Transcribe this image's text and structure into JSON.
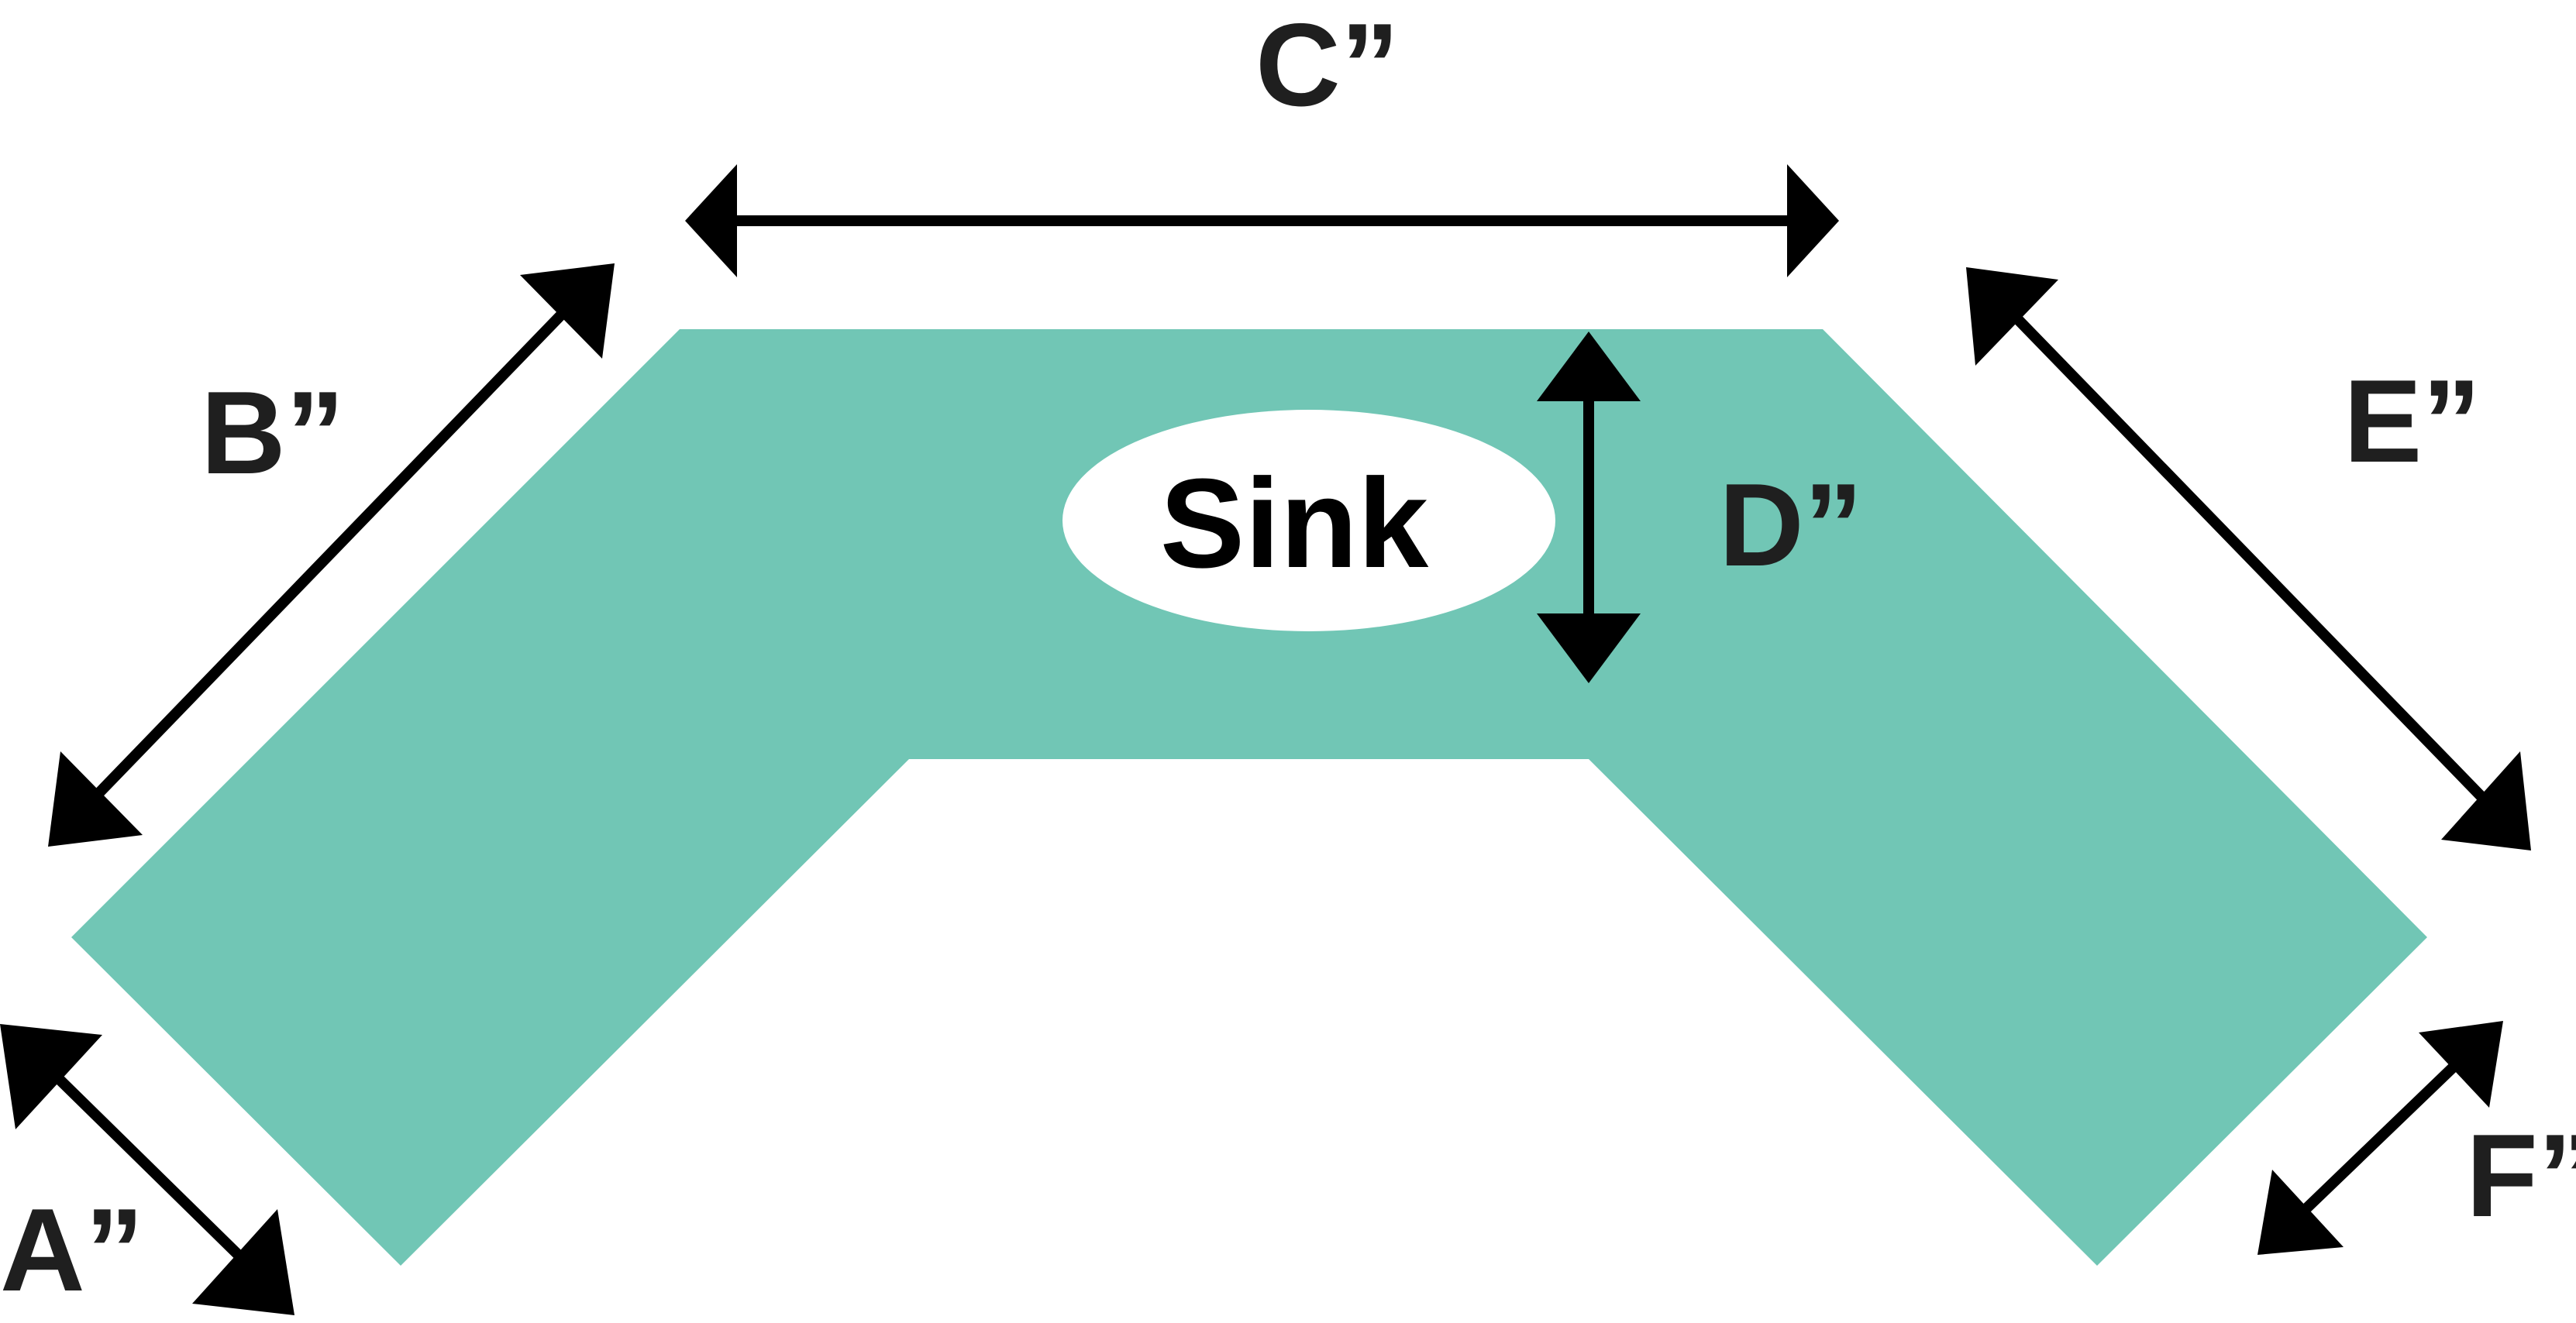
{
  "colors": {
    "counter_fill": "#71c6b5",
    "arrow": "#000000",
    "label": "#1f1f1f",
    "sink_fill": "#ffffff",
    "background": "#ffffff"
  },
  "sink": {
    "label": "Sink"
  },
  "dimensions": {
    "a": "A”",
    "b": "B”",
    "c": "C”",
    "d": "D”",
    "e": "E”",
    "f": "F”"
  }
}
